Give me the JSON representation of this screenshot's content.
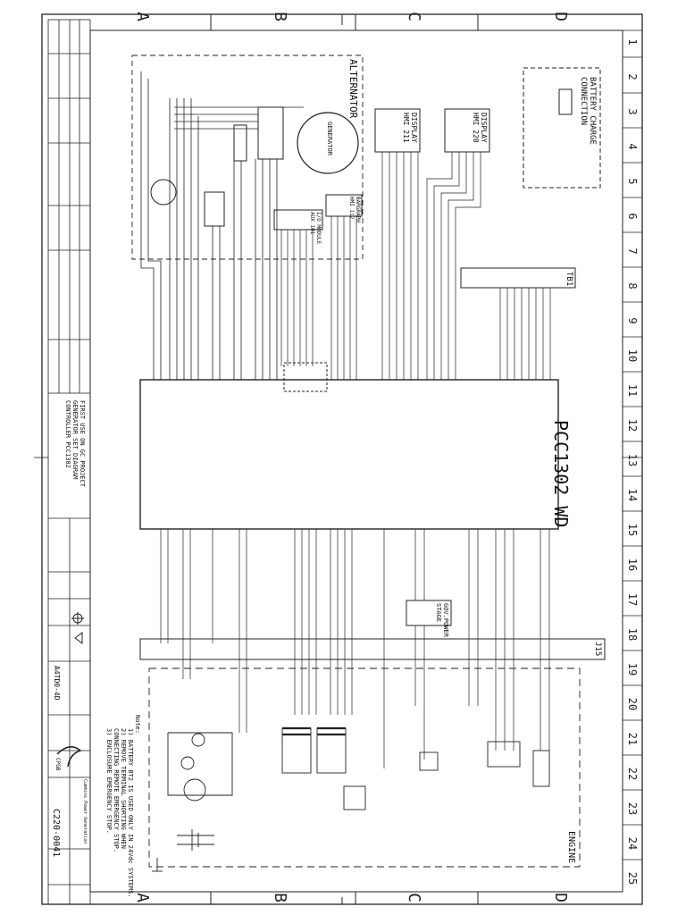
{
  "zones": {
    "columns": [
      "A",
      "B",
      "C",
      "D"
    ],
    "rows": [
      "1",
      "2",
      "3",
      "4",
      "5",
      "6",
      "7",
      "8",
      "9",
      "10",
      "11",
      "12",
      "13",
      "14",
      "15",
      "16",
      "17",
      "18",
      "19",
      "20",
      "21",
      "22",
      "23",
      "24",
      "25"
    ]
  },
  "blocks": {
    "alternator": "ALTERNATOR",
    "generator": "GENERATOR",
    "display1": "DISPLAY HMI 211",
    "display2": "DISPLAY HMI 220",
    "battery": "BATTERY CHARGE CONNECTION",
    "bargraph": "BARGRAPH HMI 112",
    "io_module": "I/O MODULE AUX 101",
    "controller": "PCC1302 WD",
    "tb": "TB1",
    "gov": "GOV.POWER STAGE",
    "j15": "J15",
    "engine": "ENGINE"
  },
  "notes": {
    "heading": "Note:",
    "lines": [
      "1) BATTERY BT2 IS USED ONLY IN 24Vdc SYSTEMS.",
      "2) REMOVE TERMINAL SHORTING WHEN CONNECTING REMOTE EMERGENCY STOP.",
      "3) ENCLOSURE EMERGENCY STOP."
    ]
  },
  "title_block": {
    "project": "FIRST USE ON GC PROJECT",
    "title1": "GENERATOR SET DIAGRAM",
    "title2": "CONTROLLER PCC1302",
    "sheet_size": "A4TD0-4D",
    "drawing_no": "C220-0041",
    "company": "Cummins Power Generation",
    "scale": "CPGB"
  }
}
